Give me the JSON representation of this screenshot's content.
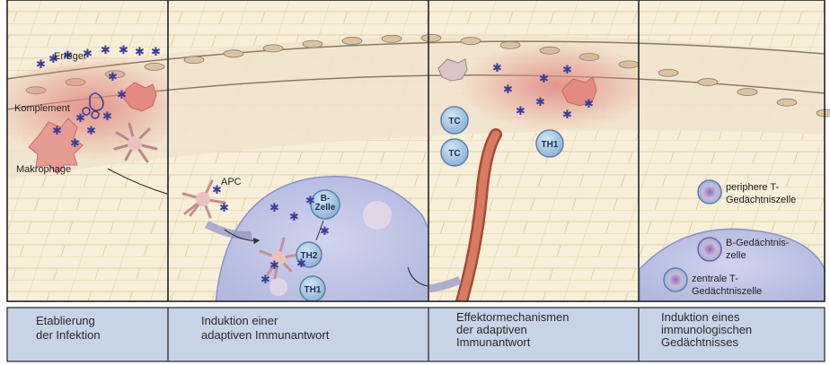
{
  "labels": {
    "erreger": "Erreger",
    "komplement": "Komplement",
    "makrophage": "Makrophage",
    "apc": "APC",
    "b_zelle": [
      "B-",
      "Zelle"
    ],
    "th2": "TH2",
    "th1_p2": "TH1",
    "tc_1": "TC",
    "tc_2": "TC",
    "th1_p3": "TH1",
    "peripher": [
      "periphere T-",
      "Gedächtniszelle"
    ],
    "b_gedaechtnis": [
      "B-Gedächtnis-",
      "zelle"
    ],
    "zentral": [
      "zentrale T-",
      "Gedächtniszelle"
    ]
  },
  "captions": [
    [
      "Etablierung",
      "der Infektion"
    ],
    [
      "Induktion einer",
      "adaptiven Immunantwort"
    ],
    [
      "Effektormechanismen",
      "der adaptiven",
      "Immunantwort"
    ],
    [
      "Induktion eines",
      "immunologischen",
      "Gedächtnisses"
    ]
  ],
  "colors": {
    "tissue": "#f6ecd8",
    "grid": "#e6d6a8",
    "caption_bg": "#c7d3e6",
    "epithelium": "#f1dfc4",
    "infection": "#e5a59a",
    "lymph_node": "#c3c8e6",
    "cell_blue": "#a9c6e1",
    "pathogen": "#3b3d9a",
    "vessel": "#c9694f"
  }
}
